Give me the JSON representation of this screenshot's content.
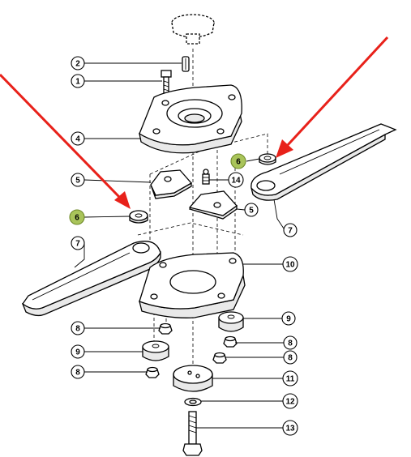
{
  "diagram": {
    "callouts": [
      {
        "id": "c2",
        "label": "2"
      },
      {
        "id": "c1",
        "label": "1"
      },
      {
        "id": "c4",
        "label": "4"
      },
      {
        "id": "c6r",
        "label": "6",
        "highlight": true
      },
      {
        "id": "c5a",
        "label": "5"
      },
      {
        "id": "c14",
        "label": "14"
      },
      {
        "id": "c6l",
        "label": "6",
        "highlight": true
      },
      {
        "id": "c5b",
        "label": "5"
      },
      {
        "id": "c7r",
        "label": "7"
      },
      {
        "id": "c7l",
        "label": "7"
      },
      {
        "id": "c10",
        "label": "10"
      },
      {
        "id": "c9r",
        "label": "9"
      },
      {
        "id": "c8a",
        "label": "8"
      },
      {
        "id": "c8b",
        "label": "8"
      },
      {
        "id": "c8c",
        "label": "8"
      },
      {
        "id": "c9l",
        "label": "9"
      },
      {
        "id": "c8d",
        "label": "8"
      },
      {
        "id": "c11",
        "label": "11"
      },
      {
        "id": "c12",
        "label": "12"
      },
      {
        "id": "c13",
        "label": "13"
      }
    ],
    "colors": {
      "arrow": "#e8211a",
      "highlight": "#a9c45a",
      "line": "#000000"
    }
  }
}
